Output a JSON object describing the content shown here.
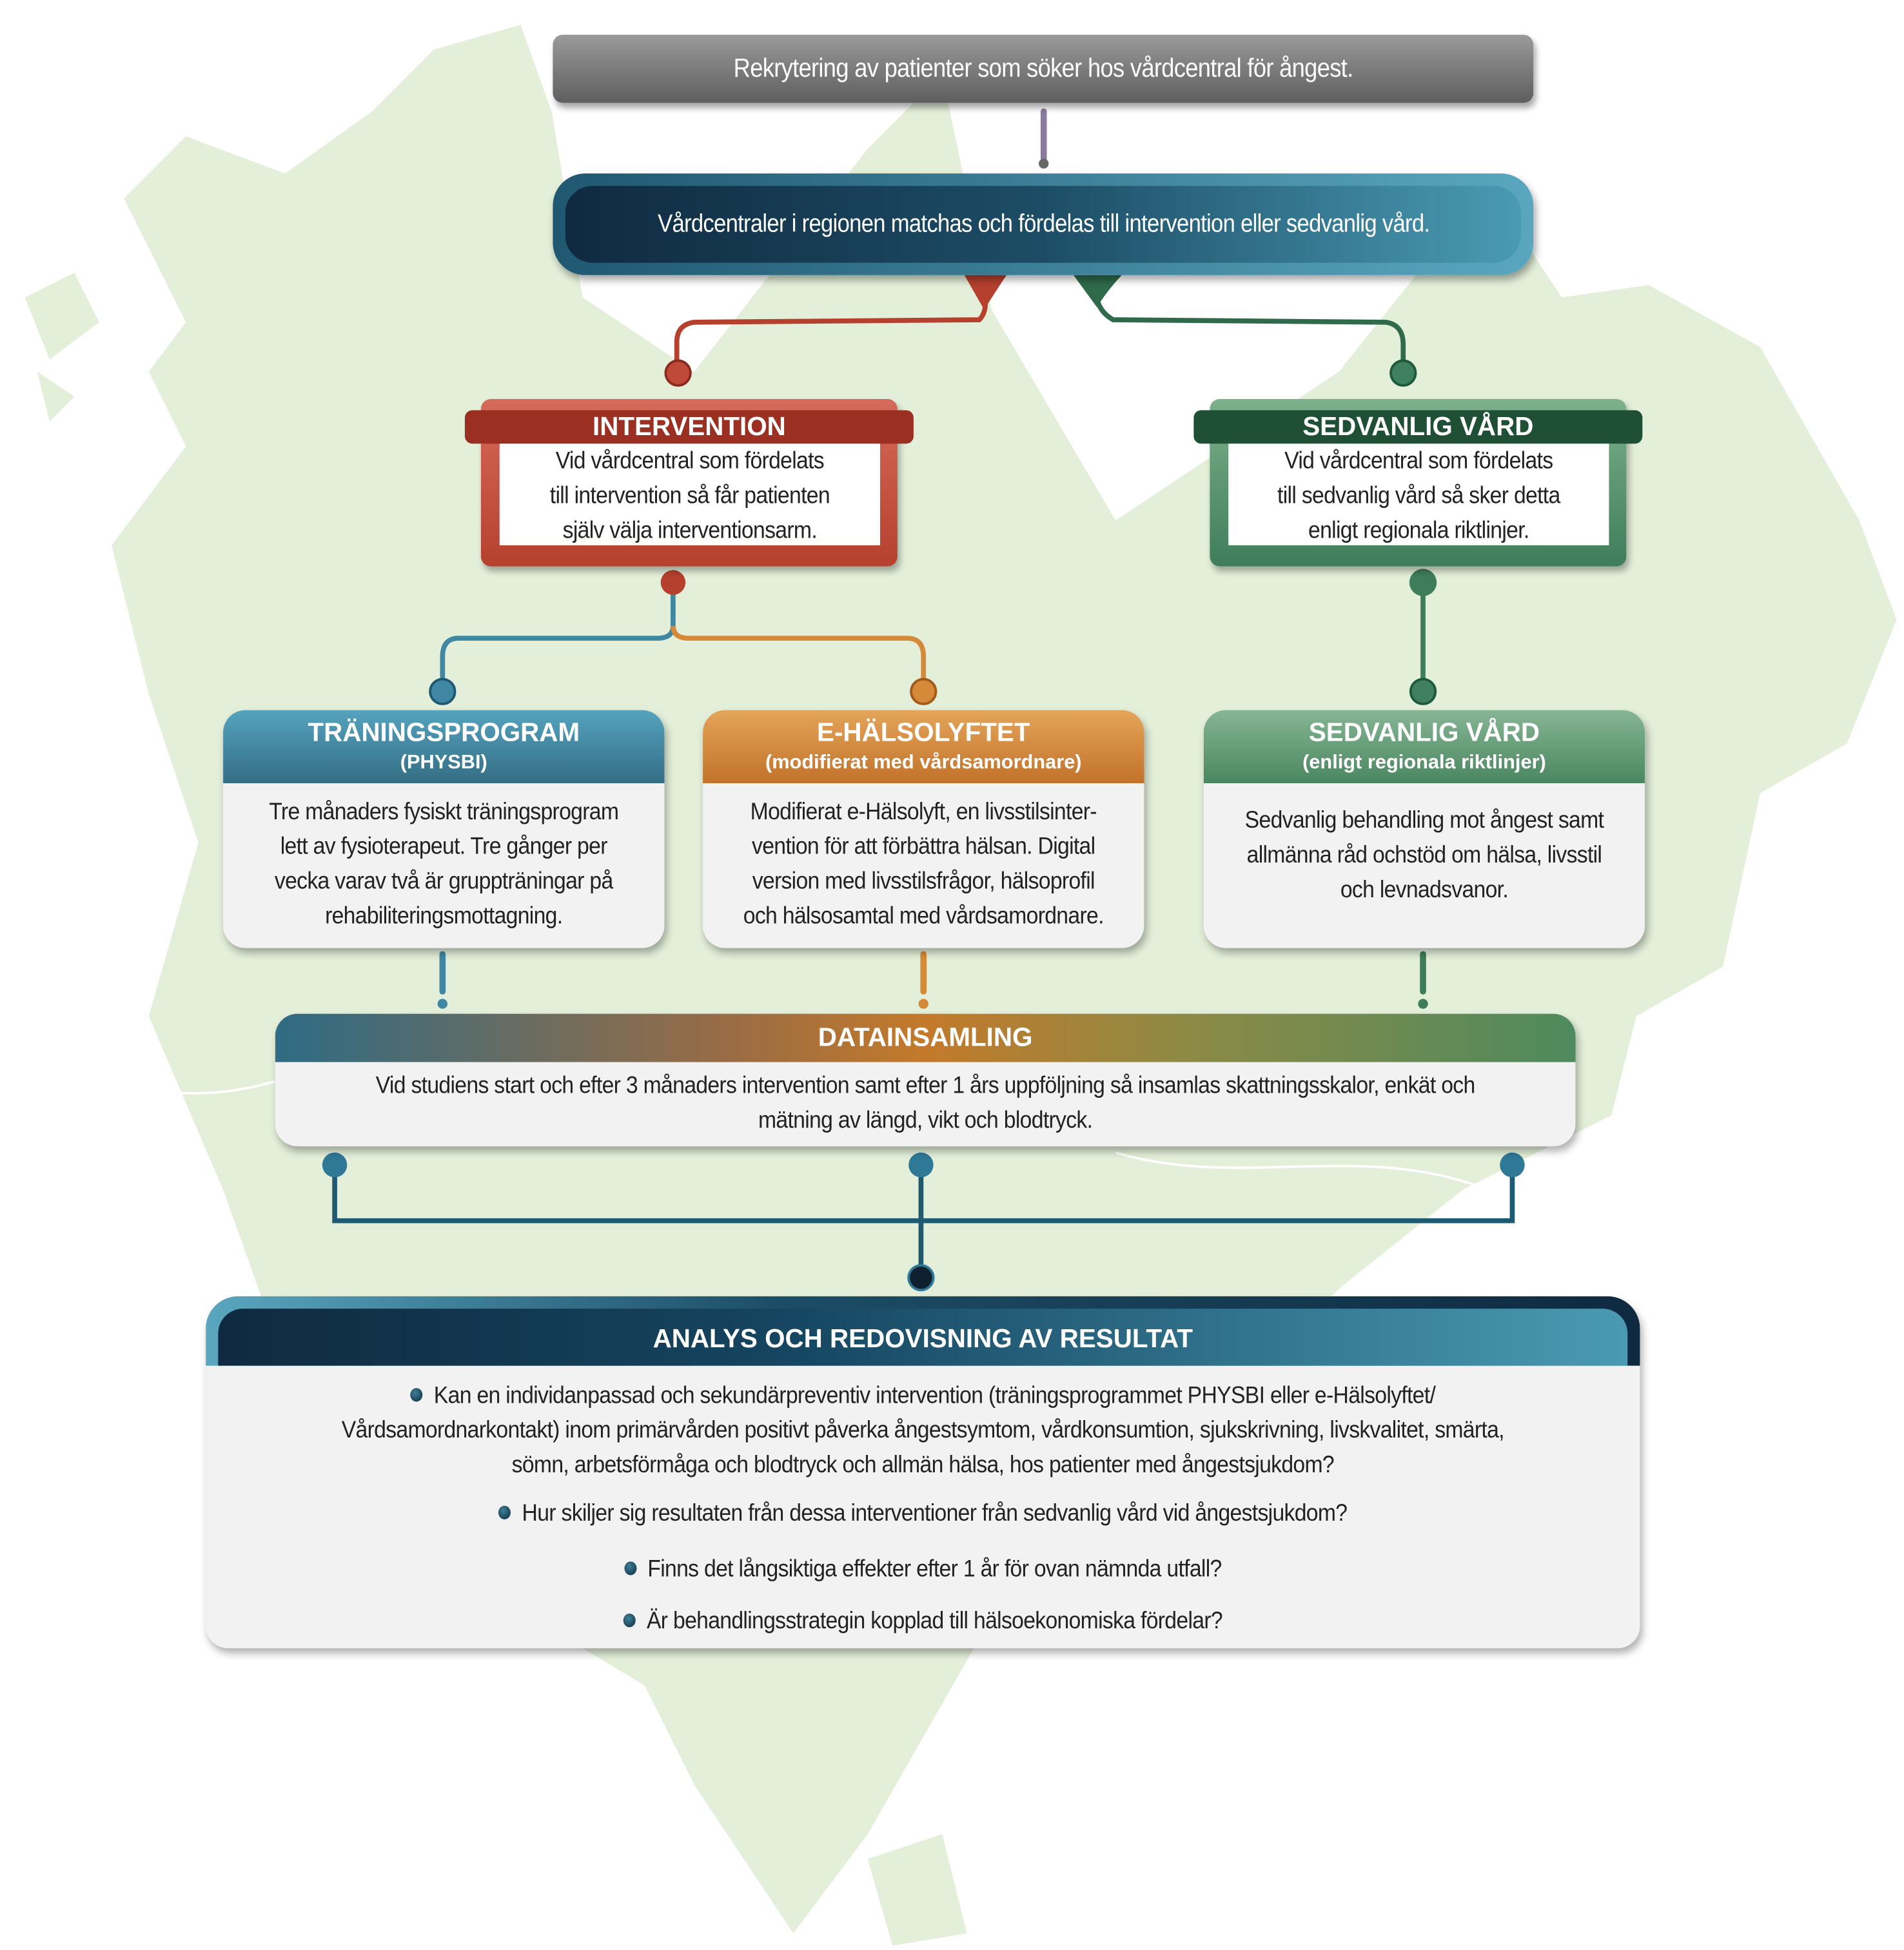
{
  "recruitment": "Rekrytering av patienter som söker hos vårdcentral för ångest.",
  "allocation": "Vårdcentraler i regionen matchas och fördelas till intervention eller sedvanlig vård.",
  "arms": [
    {
      "title": "INTERVENTION",
      "lines": [
        "Vid vårdcentral som fördelats",
        "till intervention så får patienten",
        "själv välja interventionsarm."
      ]
    },
    {
      "title": "SEDVANLIG VÅRD",
      "lines": [
        "Vid vårdcentral som fördelats",
        "till sedvanlig vård så sker detta",
        "enligt regionala riktlinjer."
      ]
    }
  ],
  "cards": [
    {
      "title": "TRÄNINGSPROGRAM",
      "subtitle": "(PHYSBI)",
      "lines": [
        "Tre månaders fysiskt träningsprogram",
        "lett av  fysioterapeut. Tre gånger per",
        "vecka varav två är gruppträningar på",
        "rehabiliteringsmottagning."
      ]
    },
    {
      "title": "E-HÄLSOLYFTET",
      "subtitle": "(modifierat med vårdsamordnare)",
      "lines": [
        "Modifierat e-Hälsolyft, en livsstilsinter-",
        "vention för att förbättra hälsan. Digital",
        "version med livsstilsfrågor, hälsoprofil",
        "och hälsosamtal med vårdsamordnare."
      ]
    },
    {
      "title": "SEDVANLIG VÅRD",
      "subtitle": "(enligt regionala riktlinjer)",
      "lines": [
        "Sedvanlig behandling mot ångest samt",
        "allmänna råd ochstöd om hälsa, livsstil",
        "och levnadsvanor."
      ]
    }
  ],
  "data_collection": {
    "title": "DATAINSAMLING",
    "lines": [
      "Vid studiens start och efter 3 månaders intervention samt efter 1 års uppföljning så insamlas skattningsskalor, enkät och",
      "mätning av längd, vikt och blodtryck."
    ]
  },
  "analysis": {
    "title": "ANALYS OCH REDOVISNING AV RESULTAT",
    "questions": [
      [
        "Kan en individanpassad och sekundärpreventiv intervention (träningsprogrammet PHYSBI eller e-Hälsolyftet/",
        "Vårdsamordnarkontakt) inom primärvården positivt påverka ångestsymtom, vårdkonsumtion, sjukskrivning, livskvalitet, smärta,",
        "sömn, arbetsförmåga och blodtryck och allmän hälsa, hos patienter med ångestsjukdom?"
      ],
      [
        "Hur skiljer sig resultaten från dessa interventioner från sedvanlig vård vid ångestsjukdom?"
      ],
      [
        "Finns det långsiktiga effekter efter 1 år för ovan nämnda utfall?"
      ],
      [
        "Är behandlingsstrategin kopplad till hälsoekonomiska fördelar?"
      ]
    ]
  },
  "colors": {
    "intervention": "#b5402e",
    "usual": "#3f7d5a",
    "training": "#3f87a2",
    "ehealth": "#d58a3a",
    "map": "#e3efd9"
  }
}
